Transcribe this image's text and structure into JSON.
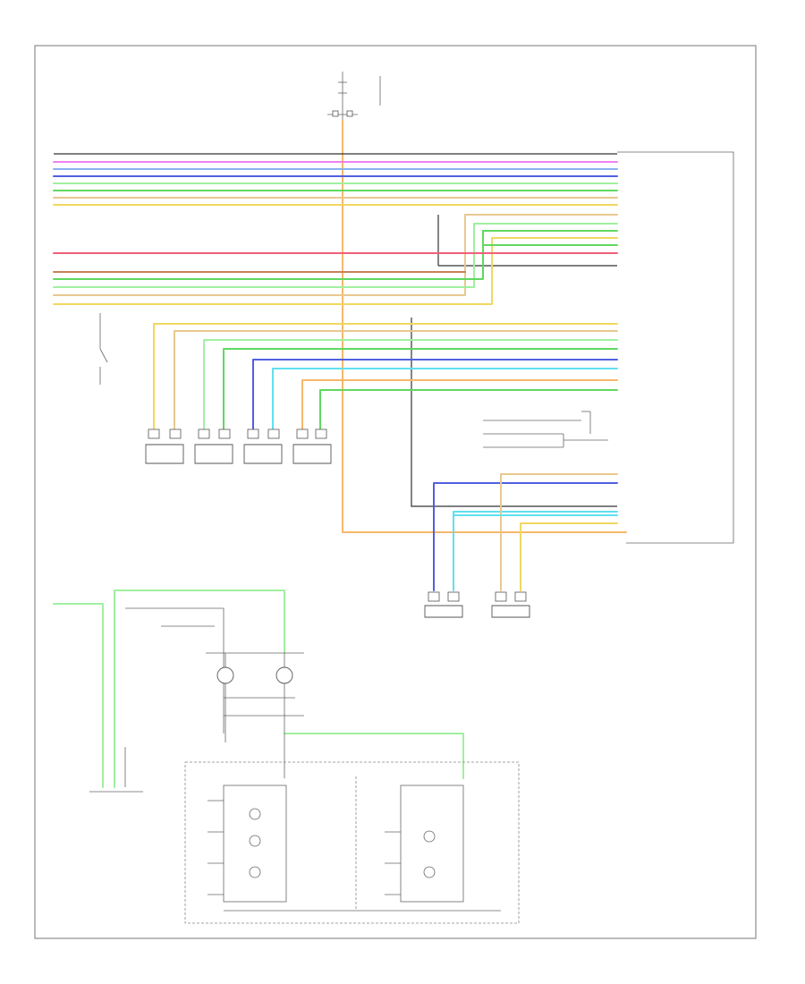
{
  "colors": {
    "background": "#ffffff",
    "frame": "#777777",
    "black": "#333333",
    "orange": "#f7b76a",
    "magenta": "#f080f0",
    "red": "#f0607a",
    "blue": "#5060e0",
    "light_blue": "#8ab0f0",
    "cyan": "#60e0f0",
    "green": "#60d860",
    "light_green": "#a0f0a0",
    "yellow": "#f0d860",
    "tan": "#e8c890",
    "brown": "#c8805a",
    "gray": "#a0a0a0"
  },
  "legend": [
    {
      "color": "#f7b76a",
      "name": "orange"
    },
    {
      "color": "#f080f0",
      "name": "magenta"
    },
    {
      "color": "#f0607a",
      "name": "red"
    },
    {
      "color": "#5060e0",
      "name": "blue"
    },
    {
      "color": "#60e0f0",
      "name": "cyan"
    },
    {
      "color": "#60d860",
      "name": "green"
    },
    {
      "color": "#e8c890",
      "name": "tan"
    }
  ]
}
